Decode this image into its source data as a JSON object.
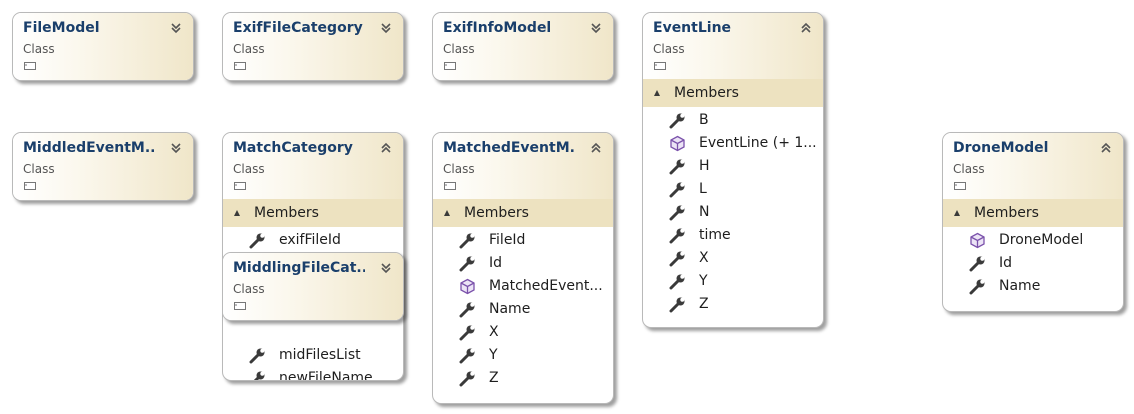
{
  "classes": {
    "file_model": {
      "name": "FileModel",
      "kind": "Class",
      "expanded": false
    },
    "exif_file_category": {
      "name": "ExifFileCategory",
      "kind": "Class",
      "expanded": false
    },
    "exif_info_model": {
      "name": "ExifInfoModel",
      "kind": "Class",
      "expanded": false
    },
    "event_line": {
      "name": "EventLine",
      "kind": "Class",
      "expanded": true,
      "section_label": "Members",
      "members": [
        {
          "name": "B",
          "icon": "wrench-icon"
        },
        {
          "name": "EventLine (+ 1...",
          "icon": "method-cube-icon"
        },
        {
          "name": "H",
          "icon": "wrench-icon"
        },
        {
          "name": "L",
          "icon": "wrench-icon"
        },
        {
          "name": "N",
          "icon": "wrench-icon"
        },
        {
          "name": "time",
          "icon": "wrench-icon"
        },
        {
          "name": "X",
          "icon": "wrench-icon"
        },
        {
          "name": "Y",
          "icon": "wrench-icon"
        },
        {
          "name": "Z",
          "icon": "wrench-icon"
        }
      ]
    },
    "middled_event_model": {
      "name": "MiddledEventM...",
      "kind": "Class",
      "expanded": false
    },
    "match_category": {
      "name": "MatchCategory",
      "kind": "Class",
      "expanded": true,
      "section_label": "Members",
      "members": [
        {
          "name": "exifFileId",
          "icon": "wrench-icon"
        },
        {
          "name": "midFilesList",
          "icon": "wrench-icon"
        },
        {
          "name": "newFileName",
          "icon": "wrench-icon"
        }
      ]
    },
    "middling_file_category": {
      "name": "MiddlingFileCat...",
      "kind": "Class",
      "expanded": false
    },
    "matched_event_model": {
      "name": "MatchedEventM...",
      "kind": "Class",
      "expanded": true,
      "section_label": "Members",
      "members": [
        {
          "name": "FileId",
          "icon": "wrench-icon"
        },
        {
          "name": "Id",
          "icon": "wrench-icon"
        },
        {
          "name": "MatchedEvent...",
          "icon": "method-cube-icon"
        },
        {
          "name": "Name",
          "icon": "wrench-icon"
        },
        {
          "name": "X",
          "icon": "wrench-icon"
        },
        {
          "name": "Y",
          "icon": "wrench-icon"
        },
        {
          "name": "Z",
          "icon": "wrench-icon"
        }
      ]
    },
    "drone_model": {
      "name": "DroneModel",
      "kind": "Class",
      "expanded": true,
      "section_label": "Members",
      "members": [
        {
          "name": "DroneModel",
          "icon": "method-cube-icon"
        },
        {
          "name": "Id",
          "icon": "wrench-icon"
        },
        {
          "name": "Name",
          "icon": "wrench-icon"
        }
      ]
    }
  },
  "colors": {
    "title_text": "#1a3f6b",
    "header_gradient_end": "#f0e6c9",
    "section_band": "#ede2c0",
    "method_icon": "#7b52ab"
  }
}
